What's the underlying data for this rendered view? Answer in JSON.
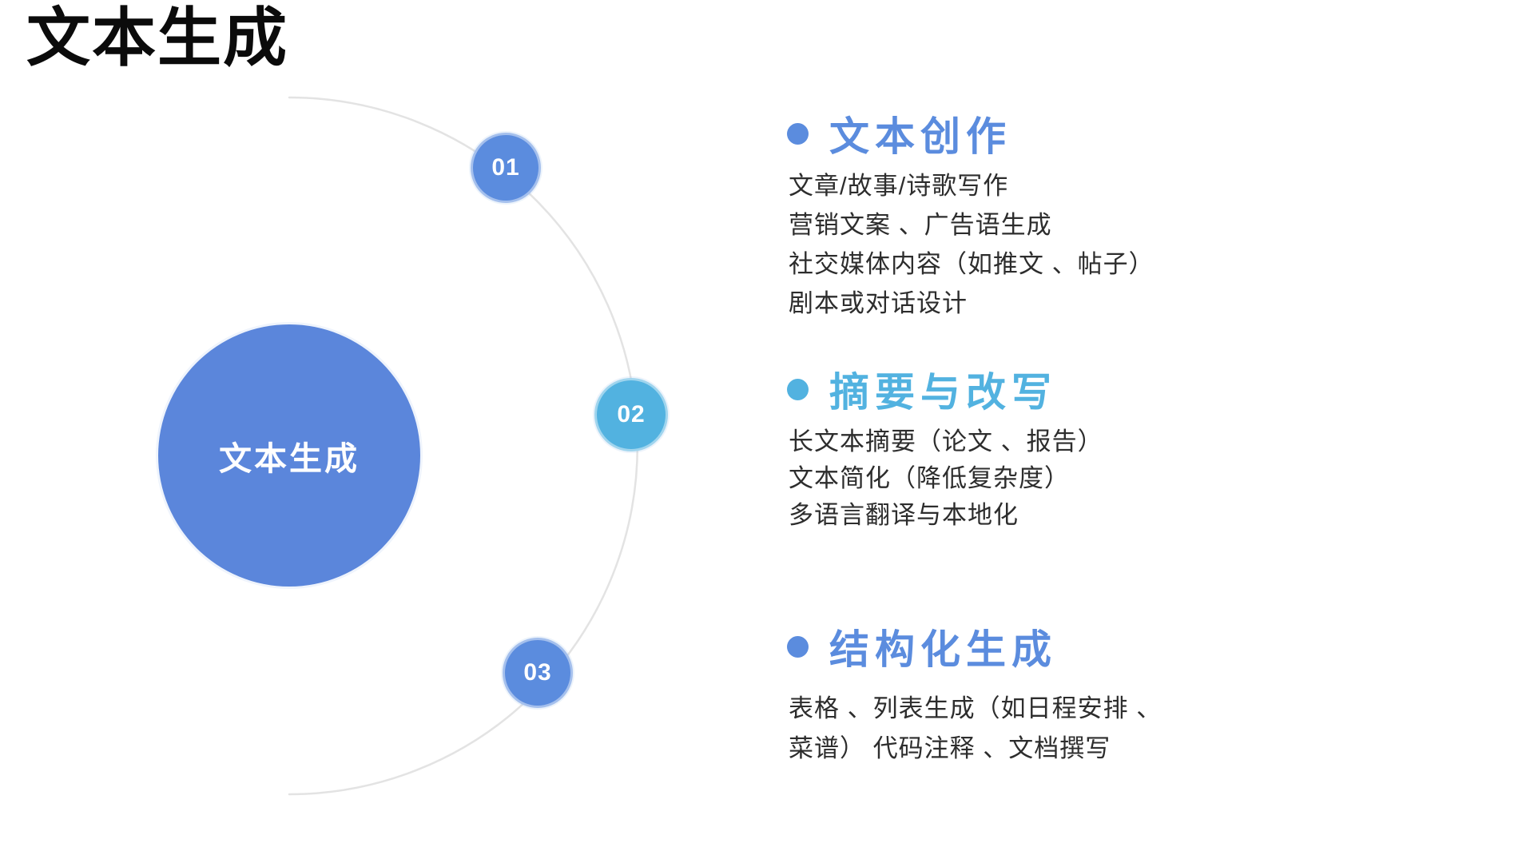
{
  "slide": {
    "title": "文本生成",
    "colors": {
      "title_black": "#0b0b0b",
      "body_gray": "#2d2d2d",
      "primary_blue": "#5B8CDE",
      "sky_blue": "#52B2E0",
      "circle_blue": "#5B86DB",
      "arc_gray": "#e3e3e3"
    },
    "center_circle": {
      "label": "文本生成"
    },
    "nodes": [
      {
        "label": "01",
        "color": "#5B8CDE"
      },
      {
        "label": "02",
        "color": "#52B2E0"
      },
      {
        "label": "03",
        "color": "#5B8CDE"
      }
    ],
    "sections": [
      {
        "heading": "文本创作",
        "accent": "#5B8CDE",
        "lines": [
          "文章/故事/诗歌写作",
          "营销文案 、广告语生成",
          "社交媒体内容（如推文 、帖子）",
          "剧本或对话设计"
        ]
      },
      {
        "heading": "摘要与改写",
        "accent": "#52B2E0",
        "lines": [
          "长文本摘要（论文 、报告）",
          "文本简化（降低复杂度）",
          "多语言翻译与本地化"
        ]
      },
      {
        "heading": "结构化生成",
        "accent": "#5B8CDE",
        "lines": [
          "表格 、列表生成（如日程安排 、",
          "菜谱） 代码注释 、文档撰写"
        ]
      }
    ]
  }
}
